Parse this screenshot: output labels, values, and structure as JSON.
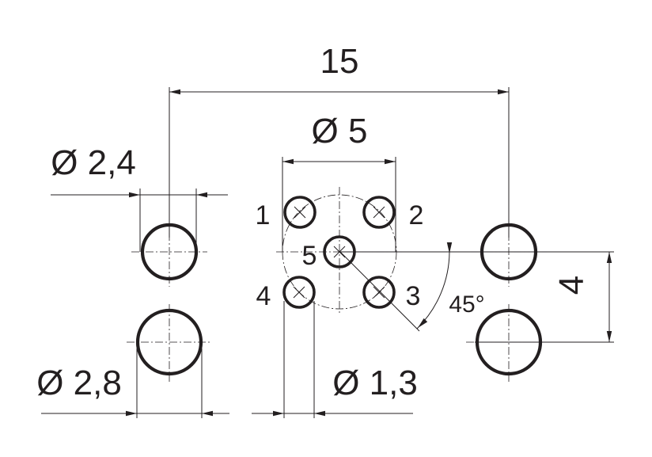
{
  "dimensions": {
    "overall_width": "15",
    "pin_circle_diameter": "Ø 5",
    "upper_hole_diameter": "Ø 2,4",
    "lower_hole_diameter": "Ø 2,8",
    "pin_diameter": "Ø 1,3",
    "hole_spacing": "4",
    "pin_angle": "45°"
  },
  "pins": {
    "pin_1": "1",
    "pin_2": "2",
    "pin_3": "3",
    "pin_4": "4",
    "pin_5": "5"
  },
  "colors": {
    "line": "#231f20",
    "background": "#ffffff"
  }
}
